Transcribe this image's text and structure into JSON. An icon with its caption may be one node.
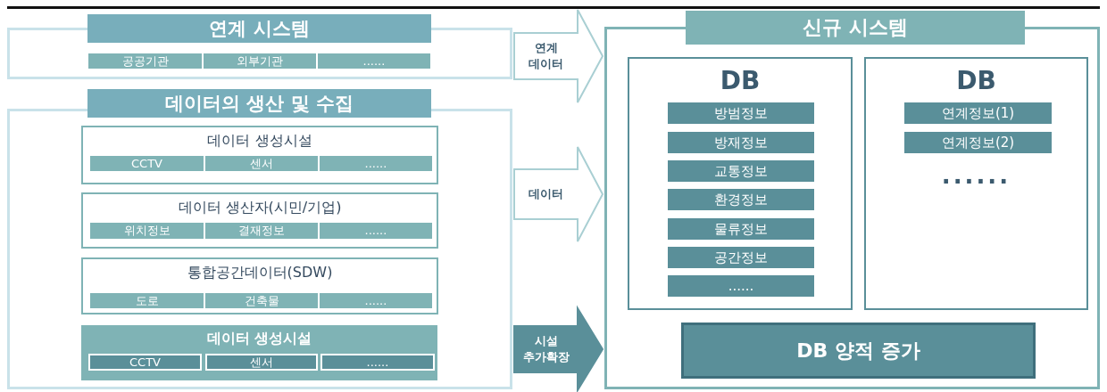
{
  "diagram": {
    "nodes": [
      {
        "text": [
          "연계 시스템"
        ]
      },
      {
        "text": [
          "공공기관"
        ],
        "in": 0
      },
      {
        "text": [
          "외부기관"
        ],
        "in": 0
      },
      {
        "text": [
          "......"
        ],
        "in": 0
      },
      {
        "text": [
          "데이터의 생산 및 수집"
        ]
      },
      {
        "text": [
          "데이터 생성시설"
        ],
        "in": 4
      },
      {
        "text": [
          "CCTV"
        ],
        "in": 5
      },
      {
        "text": [
          "센서"
        ],
        "in": 5
      },
      {
        "text": [
          "......"
        ],
        "in": 5
      },
      {
        "text": [
          "데이터 생산자(시민/기업)"
        ],
        "in": 4
      },
      {
        "text": [
          "위치정보"
        ],
        "in": 9
      },
      {
        "text": [
          "결재정보"
        ],
        "in": 9
      },
      {
        "text": [
          "......"
        ],
        "in": 9
      },
      {
        "text": [
          "통합공간데이터(SDW)"
        ],
        "in": 4
      },
      {
        "text": [
          "도로"
        ],
        "in": 13
      },
      {
        "text": [
          "건축물"
        ],
        "in": 13
      },
      {
        "text": [
          "......"
        ],
        "in": 13
      },
      {
        "text": [
          "데이터 생성시설"
        ],
        "in": 4
      },
      {
        "text": [
          "CCTV"
        ],
        "in": 17
      },
      {
        "text": [
          "센서"
        ],
        "in": 17
      },
      {
        "text": [
          "......"
        ],
        "in": 17
      },
      {
        "text": [
          "신규 시스템"
        ]
      },
      {
        "text": [
          "DB"
        ],
        "in": 21
      },
      {
        "text": [
          "방범정보"
        ],
        "in": 22
      },
      {
        "text": [
          "방재정보"
        ],
        "in": 22
      },
      {
        "text": [
          "교통정보"
        ],
        "in": 22
      },
      {
        "text": [
          "환경정보"
        ],
        "in": 22
      },
      {
        "text": [
          "물류정보"
        ],
        "in": 22
      },
      {
        "text": [
          "공간정보"
        ],
        "in": 22
      },
      {
        "text": [
          "......"
        ],
        "in": 22
      },
      {
        "text": [
          "DB",
          "......"
        ],
        "in": 21
      },
      {
        "text": [
          "연계정보(1)"
        ],
        "in": 30
      },
      {
        "text": [
          "연계정보(2)"
        ],
        "in": 30
      },
      {
        "text": [
          "DB 양적 증가"
        ],
        "in": 21
      }
    ],
    "edges": [
      {
        "from": 0,
        "to": 21,
        "arrow": "to",
        "label": "연계 데이터"
      },
      {
        "from": 4,
        "to": 21,
        "arrow": "to",
        "label": "데이터"
      },
      {
        "from": 4,
        "to": 21,
        "arrow": "to",
        "label": "시설 추가확장",
        "style": "thick"
      }
    ]
  }
}
